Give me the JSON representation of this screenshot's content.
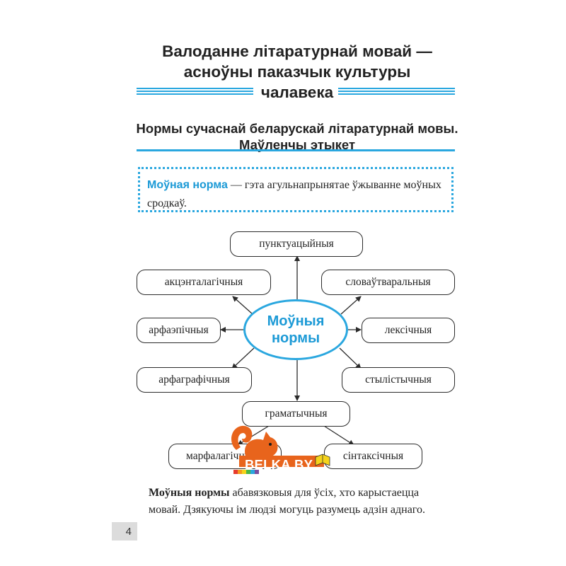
{
  "chapter": {
    "title_line1": "Валоданне літаратурнай мовай —",
    "title_line2": "асноўны паказчык культуры",
    "title_line3": "чалавека"
  },
  "section": {
    "title_line1": "Нормы сучаснай беларускай літаратурнай мовы.",
    "title_line2": "Маўленчы этыкет"
  },
  "definition": {
    "term": "Моўная норма",
    "text": " — гэта агульнапрынятае ўжыванне моўных сродкаў."
  },
  "diagram": {
    "center_line1": "Моўныя",
    "center_line2": "нормы",
    "nodes": {
      "punktuatsyinyia": "пунктуацыйныя",
      "aktsentalagichnyia": "акцэнталагічныя",
      "slovautvaralnyia": "словаўтваральныя",
      "arfaepichnyia": "арфаэпічныя",
      "leksichnyia": "лексічныя",
      "arfagrafichnyia": "арфаграфічныя",
      "stylistychnyia": "стылістычныя",
      "gramatychnyia": "граматычныя",
      "marfalagichnyia": "марфалагічныя",
      "sintaksichnyia": "сінтаксічныя"
    }
  },
  "watermark": {
    "text": "BELKA.BY"
  },
  "body": {
    "lead": "Моўныя нормы",
    "text": " абавязковыя для ўсіх, хто карыстаецца мовай. Дзякуючы ім людзі могуць разумець адзін аднаго."
  },
  "page_number": "4",
  "colors": {
    "accent": "#2aa7df",
    "watermark_orange": "#e8641c"
  }
}
